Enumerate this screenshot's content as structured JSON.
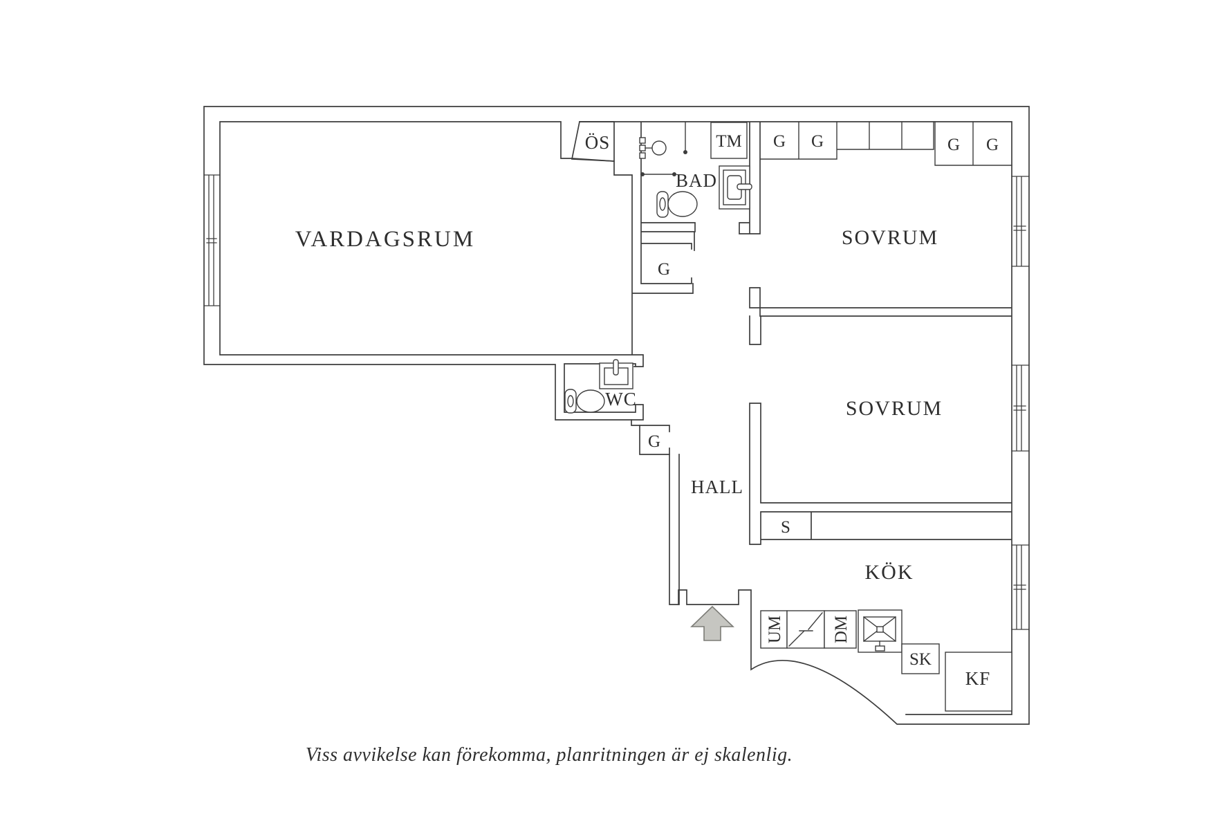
{
  "floorplan": {
    "caption": "Viss avvikelse kan förekomma, planritningen är ej skalenlig.",
    "rooms": {
      "living_room": "VARDAGSRUM",
      "bedroom_1": "SOVRUM",
      "bedroom_2": "SOVRUM",
      "bathroom": "BAD",
      "toilet": "WC",
      "hall": "HALL",
      "kitchen": "KÖK"
    },
    "labels": {
      "open_fireplace": "ÖS",
      "washing_machine": "TM",
      "wardrobe": "G",
      "shelf": "S",
      "oven": "UM",
      "dishwasher": "DM",
      "cabinet": "SK",
      "fridge_freezer": "KF"
    },
    "colors": {
      "wall_line": "#3d3d3d",
      "text": "#2e2e2e",
      "arrow_fill": "#c6c6c1",
      "arrow_outline": "#7b7b76",
      "background": "#ffffff"
    }
  }
}
